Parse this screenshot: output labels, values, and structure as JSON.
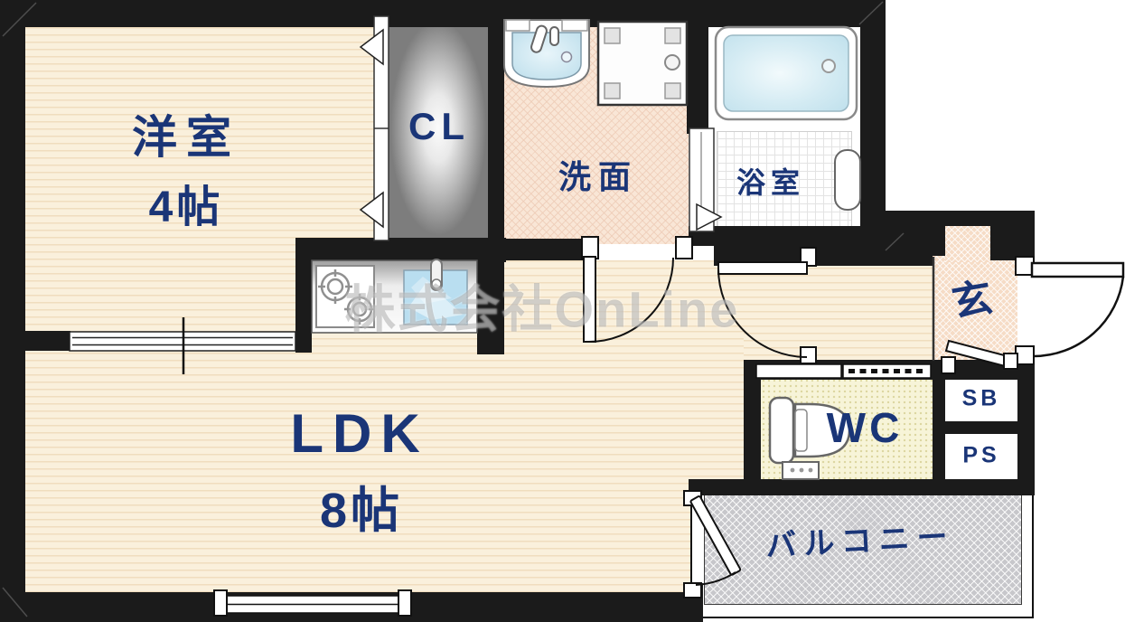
{
  "rooms": {
    "western_room": {
      "label": "洋室",
      "size": "4帖"
    },
    "closet": {
      "label": "CL"
    },
    "washroom": {
      "label": "洗面"
    },
    "bathroom": {
      "label": "浴室"
    },
    "entrance": {
      "label": "玄"
    },
    "ldk": {
      "label": "LDK",
      "size": "8帖"
    },
    "toilet_room": {
      "label": "WC"
    },
    "shoe_box": {
      "label": "SB"
    },
    "pipe_space": {
      "label": "PS"
    },
    "balcony": {
      "label": "バルコニー"
    }
  },
  "watermark": {
    "text": "株式会社OnLine"
  },
  "colors": {
    "wall": "#1b1b1b",
    "label_navy": "#1a3577",
    "floor_cream": "#faf0dc",
    "wet_area_pink": "#f9e6d6",
    "entrance_pink": "#f6dcc6",
    "wc_yellow": "#f7f4d8",
    "closet_gray": "#9a9a9a",
    "balcony_gray": "#c7c7cb",
    "water_blue": "#cde8f1"
  },
  "fixtures": [
    "bathtub",
    "washbasin",
    "washing-machine-pan",
    "bathroom-folding-door",
    "kitchen-stove",
    "kitchen-sink",
    "toilet",
    "front-door",
    "sliding-door",
    "window",
    "closet-folding-doors"
  ]
}
